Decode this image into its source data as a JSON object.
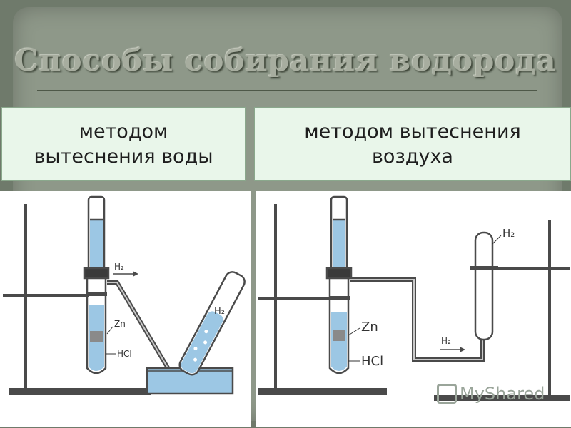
{
  "title": "Способы собирания водорода",
  "methods": {
    "left_label_line1": "методом",
    "left_label_line2": "вытеснения воды",
    "right_label_line1": "методом вытеснения",
    "right_label_line2": "воздуха"
  },
  "left_diagram": {
    "gas_label": "H₂",
    "arrow_label": "H₂",
    "zinc_label": "Zn",
    "acid_label": "HCl"
  },
  "right_diagram": {
    "collector_label": "H₂",
    "arrow_label": "H₂",
    "zinc_label": "Zn",
    "acid_label": "HCl"
  },
  "watermark": {
    "text": "MyShared"
  },
  "colors": {
    "water": "#9cc7e4",
    "frame": "#4a4a4a",
    "panel": "#8e9889",
    "label_bg": "#e9f6ea"
  }
}
